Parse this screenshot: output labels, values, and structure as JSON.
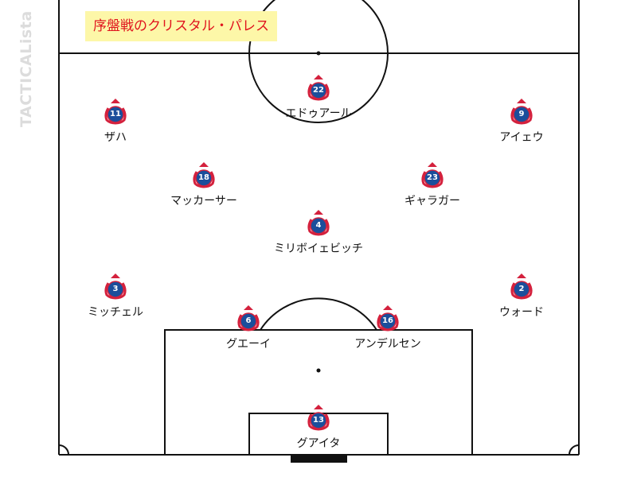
{
  "watermark": "TACTICALista",
  "title": "序盤戦のクリスタル・パレス",
  "colors": {
    "line": "#111111",
    "shirt_red": "#d4213d",
    "shirt_blue": "#1b4e9b",
    "title_text": "#e0141e",
    "title_bg": "#fdf7a8"
  },
  "players": [
    {
      "number": "22",
      "name": "エドゥアール"
    },
    {
      "number": "11",
      "name": "ザハ"
    },
    {
      "number": "9",
      "name": "アイェウ"
    },
    {
      "number": "18",
      "name": "マッカーサー"
    },
    {
      "number": "23",
      "name": "ギャラガー"
    },
    {
      "number": "4",
      "name": "ミリボイェビッチ"
    },
    {
      "number": "3",
      "name": "ミッチェル"
    },
    {
      "number": "2",
      "name": "ウォード"
    },
    {
      "number": "6",
      "name": "グエーイ"
    },
    {
      "number": "16",
      "name": "アンデルセン"
    },
    {
      "number": "13",
      "name": "グアイタ"
    }
  ]
}
